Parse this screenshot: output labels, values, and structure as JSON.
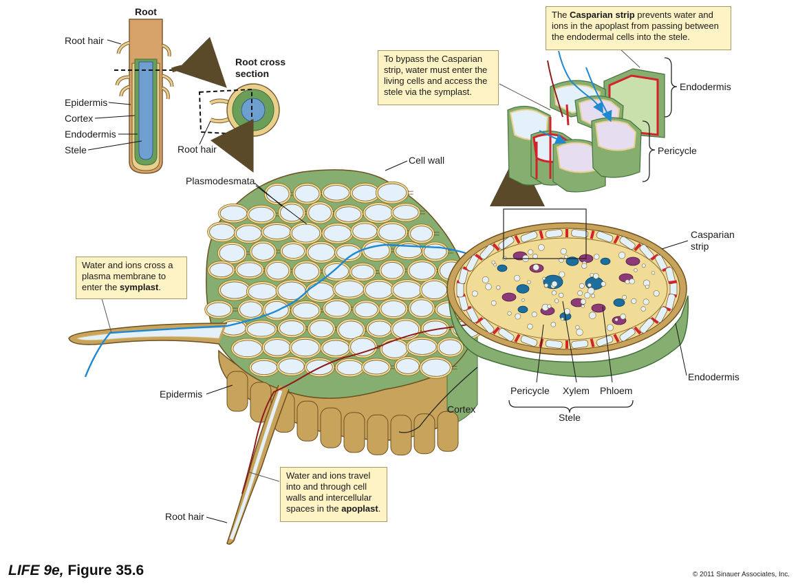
{
  "labels": {
    "root": "Root",
    "root_hair_top": "Root hair",
    "epidermis_top": "Epidermis",
    "cortex_top": "Cortex",
    "endodermis_top": "Endodermis",
    "stele_top": "Stele",
    "root_cross_section_1": "Root cross",
    "root_cross_section_2": "section",
    "root_hair_cross": "Root hair",
    "cell_wall": "Cell wall",
    "plasmodesmata": "Plasmodesmata",
    "endodermis_detail": "Endodermis",
    "pericycle_detail": "Pericycle",
    "casparian_strip_1": "Casparian",
    "casparian_strip_2": "strip",
    "endodermis_main": "Endodermis",
    "pericycle_main": "Pericycle",
    "xylem": "Xylem",
    "phloem": "Phloem",
    "stele_main": "Stele",
    "cortex_main": "Cortex",
    "epidermis_main": "Epidermis",
    "root_hair_main": "Root hair"
  },
  "callouts": {
    "casparian": {
      "pre": "The ",
      "bold": "Casparian strip",
      "post": " prevents water and ions in the apoplast from passing between the endodermal cells into the stele."
    },
    "bypass": {
      "text": "To bypass the Casparian strip, water must enter the living cells and access the stele via the symplast."
    },
    "symplast": {
      "pre": "Water and ions cross a plasma membrane to enter the ",
      "bold": "symplast",
      "post": "."
    },
    "apoplast": {
      "pre": "Water and ions travel into and through cell walls and intercellular spaces in the ",
      "bold": "apoplast",
      "post": "."
    }
  },
  "footer": {
    "title_italic": "LIFE 9e,",
    "title_rest": " Figure 35.6",
    "copyright": "© 2011 Sinauer Associates, Inc."
  },
  "colors": {
    "cell_fill": "#e4f1fa",
    "cell_wall": "#f0dc96",
    "cortex_green": "#86ae70",
    "epidermis_tan": "#c8a35c",
    "stele_tan": "#f0dc96",
    "xylem": "#1b6e9e",
    "phloem": "#8c3a78",
    "casparian_red": "#d2232a",
    "water_path": "#1e88d0",
    "apoplast_path": "#8e1a1a",
    "callout_bg": "#fdf3c4",
    "arrow": "#5b4a2a"
  }
}
